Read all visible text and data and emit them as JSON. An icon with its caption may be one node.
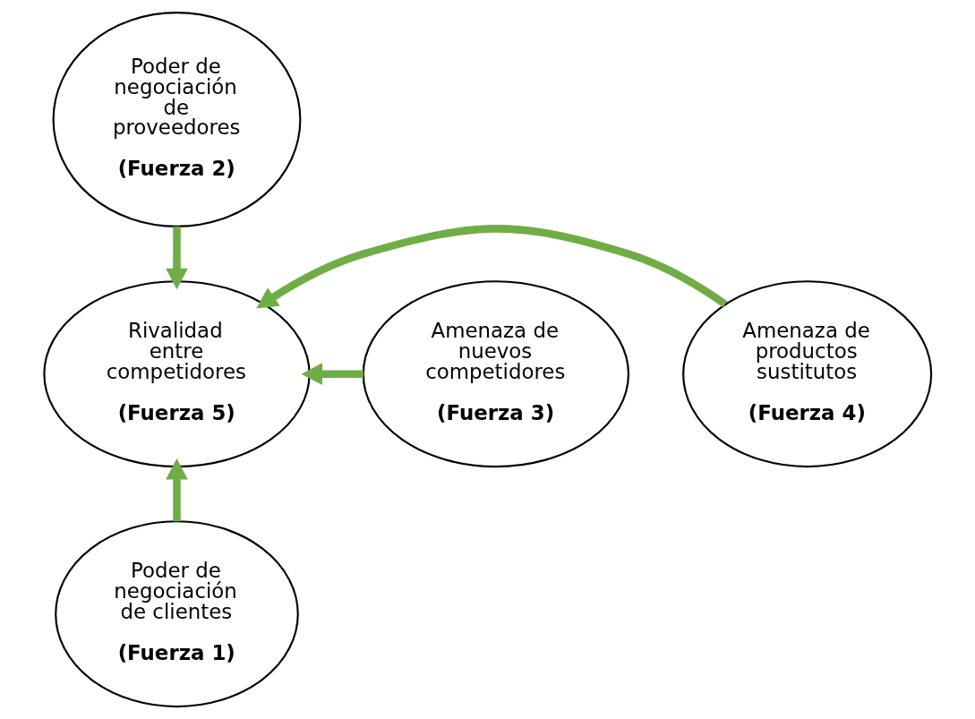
{
  "diagram": {
    "nodes": [
      {
        "text": [
          "Poder de negociación de proveedores",
          "(Fuerza 2)"
        ]
      },
      {
        "text": [
          "Amenaza de nuevos competidores",
          "(Fuerza 3)"
        ]
      },
      {
        "text": [
          "Rivalidad entre competidores",
          "(Fuerza 5)"
        ]
      },
      {
        "text": [
          "Amenaza de productos sustitutos",
          "(Fuerza 4)"
        ]
      },
      {
        "text": [
          "Poder de negociación de clientes",
          "(Fuerza 1)"
        ]
      }
    ],
    "edges": [
      {
        "from": 0,
        "to": 2,
        "arrow": "to"
      },
      {
        "from": 1,
        "to": 2,
        "arrow": "to"
      },
      {
        "from": 3,
        "to": 2,
        "arrow": "to"
      },
      {
        "from": 4,
        "to": 2,
        "arrow": "to"
      }
    ]
  }
}
